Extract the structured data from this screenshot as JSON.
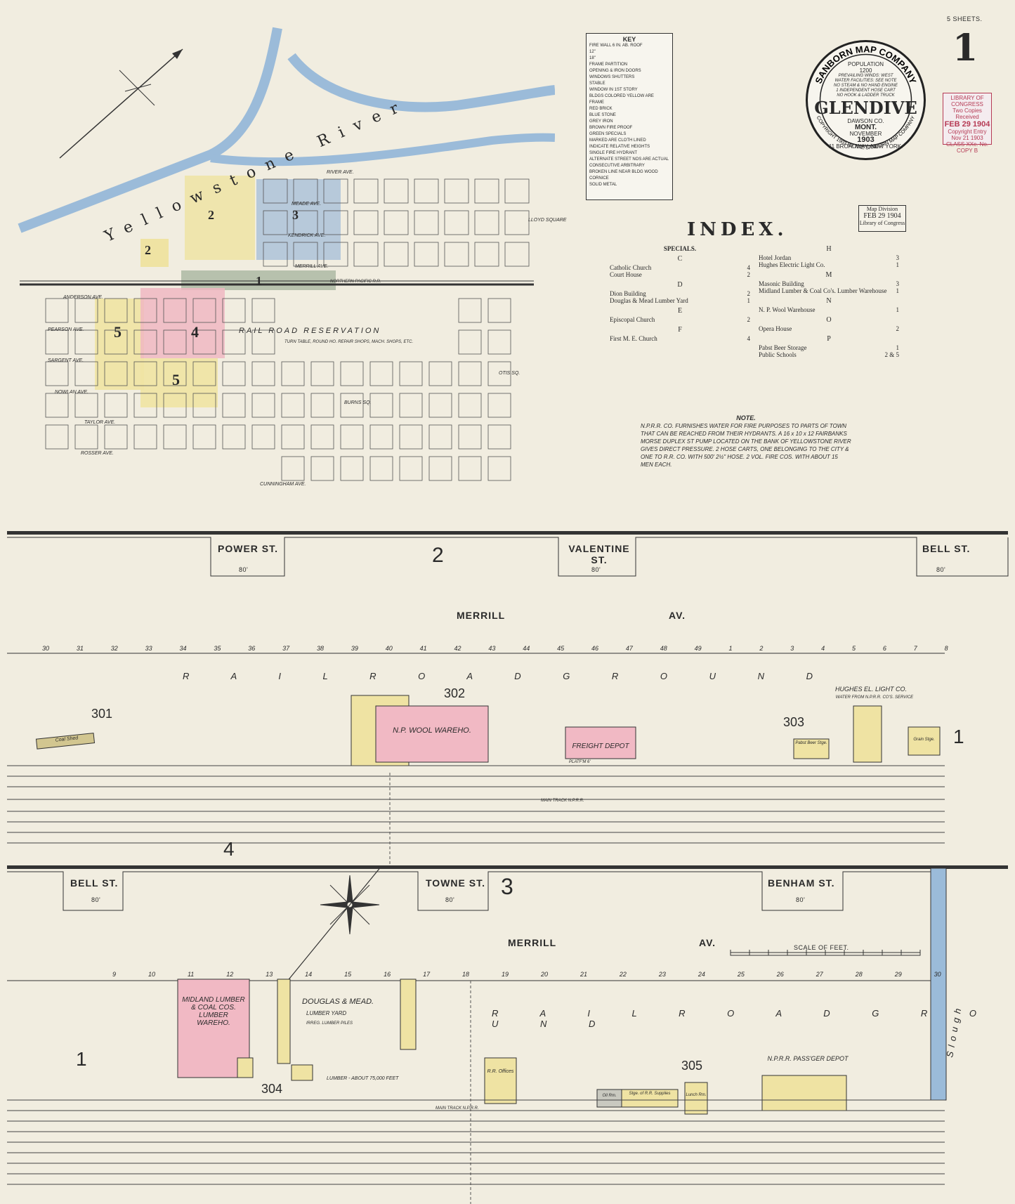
{
  "header": {
    "sheets": "5 SHEETS.",
    "sheet_number": "1"
  },
  "seal": {
    "company": "SANBORN MAP COMPANY",
    "population_label": "POPULATION",
    "population": "1200",
    "lines": [
      "PREVAILING WINDS: WEST",
      "WATER FACILITIES: SEE NOTE",
      "NO STEAM & NO HAND ENGINE",
      "1 INDEPENDENT HOSE CART",
      "NO HOOK & LADDER TRUCK"
    ],
    "town": "GLENDIVE",
    "county": "DAWSON CO.",
    "state": "MONT.",
    "month": "NOVEMBER",
    "year": "1903",
    "scale": "SCALE 50 FT. TO AN INCH",
    "address": "11 BROADWAY, NEW YORK.",
    "copyright": "COPYRIGHT 1903 BY THE SANBORN MAP COMPANY"
  },
  "stamps": {
    "loc": [
      "LIBRARY OF CONGRESS",
      "Two Copies Received",
      "FEB 29 1904",
      "Copyright Entry",
      "Nov 21 1903",
      "CLASS XXc. No.",
      "COPY B"
    ],
    "map_division": [
      "Map Division",
      "FEB 29 1904",
      "Library of Congress"
    ]
  },
  "key": {
    "title": "KEY",
    "items": [
      "FIRE WALL 6 IN. AB. ROOF",
      "12\"",
      "18\"",
      "FRAME PARTITION",
      "OPENING & IRON DOORS",
      "WINDOWS  SHUTTERS",
      "STABLE",
      "WINDOW IN 1ST STORY",
      "BLDGS COLORED YELLOW ARE FRAME",
      "RED  BRICK",
      "BLUE  STONE",
      "GREY  IRON",
      "BROWN  FIRE PROOF",
      "GREEN  SPECIALS",
      "MARKED ARE CLOTH LINED",
      "INDICATE RELATIVE HEIGHTS",
      "SINGLE FIRE HYDRANT",
      "ALTERNATE STREET NOS ARE ACTUAL",
      "CONSECUTIVE  ARBITRARY",
      "BROKEN LINE NEAR BLDG WOOD CORNICE",
      "SOLID  METAL"
    ]
  },
  "index": {
    "title": "INDEX.",
    "specials_label": "SPECIALS.",
    "left": [
      {
        "letter": "C",
        "entries": [
          {
            "name": "Catholic Church",
            "page": "4"
          },
          {
            "name": "Court House",
            "page": "2"
          }
        ]
      },
      {
        "letter": "D",
        "entries": [
          {
            "name": "Dion Building",
            "page": "2"
          },
          {
            "name": "Douglas & Mead Lumber Yard",
            "page": "1"
          }
        ]
      },
      {
        "letter": "E",
        "entries": [
          {
            "name": "Episcopal Church",
            "page": "2"
          }
        ]
      },
      {
        "letter": "F",
        "entries": [
          {
            "name": "First M. E. Church",
            "page": "4"
          }
        ]
      }
    ],
    "right": [
      {
        "letter": "H",
        "entries": [
          {
            "name": "Hotel Jordan",
            "page": "3"
          },
          {
            "name": "Hughes Electric Light Co.",
            "page": "1"
          }
        ]
      },
      {
        "letter": "M",
        "entries": [
          {
            "name": "Masonic Building",
            "page": "3"
          },
          {
            "name": "Midland Lumber & Coal Co's. Lumber Warehouse",
            "page": "1"
          }
        ]
      },
      {
        "letter": "N",
        "entries": [
          {
            "name": "N. P. Wool Warehouse",
            "page": "1"
          }
        ]
      },
      {
        "letter": "O",
        "entries": [
          {
            "name": "Opera House",
            "page": "2"
          }
        ]
      },
      {
        "letter": "P",
        "entries": [
          {
            "name": "Pabst Beer Storage",
            "page": "1"
          },
          {
            "name": "Public Schools",
            "page": "2 & 5"
          }
        ]
      }
    ]
  },
  "note": {
    "title": "NOTE.",
    "text": "N.P.R.R. CO. FURNISHES WATER FOR FIRE PURPOSES TO PARTS OF TOWN THAT CAN BE REACHED FROM THEIR HYDRANTS. A 16 x 10 x 12 FAIRBANKS MORSE DUPLEX ST PUMP LOCATED ON THE BANK OF YELLOWSTONE RIVER GIVES DIRECT PRESSURE. 2 HOSE CARTS, ONE BELONGING TO THE CITY & ONE TO R.R. CO. WITH 500' 2½\" HOSE. 2 VOL. FIRE COS. WITH ABOUT 15 MEN EACH."
  },
  "overview": {
    "river": "Yellowstone River",
    "railroad": "NORTHERN PACIFIC R.R.",
    "reservation": "RAIL ROAD RESERVATION",
    "reservation_sub": "TURN TABLE, ROUND HO. REPAIR SHOPS, MACH. SHOPS, ETC.",
    "streets": [
      "RIVER AVE.",
      "MEADE AVE.",
      "KENDRICK AVE.",
      "MERRILL AVE.",
      "ANDERSON AVE.",
      "PEARSON AVE.",
      "SARGENT AVE.",
      "NOWLAN AVE.",
      "TAYLOR AVE.",
      "ROSSER AVE.",
      "CUNNINGHAM AVE."
    ],
    "square": "LLOYD SQUARE",
    "otis": "OTIS SQ.",
    "burns": "BURNS SQ."
  },
  "strip2": {
    "number": "2",
    "streets_top": [
      "POWER ST.",
      "VALENTINE ST.",
      "BELL ST."
    ],
    "widths": [
      "80'",
      "80'",
      "80'"
    ],
    "avenue": "MERRILL",
    "av": "AV.",
    "lot_numbers": [
      "30",
      "31",
      "32",
      "33",
      "34",
      "35",
      "36",
      "37",
      "38",
      "39",
      "40",
      "41",
      "42",
      "43",
      "44",
      "45",
      "46",
      "47",
      "48",
      "49",
      "1",
      "2",
      "3",
      "4",
      "5",
      "6",
      "7",
      "8"
    ],
    "ground": "R A I L   R O A D   G R O U N D",
    "blocks": [
      "301",
      "302",
      "303"
    ],
    "wool": "N.P. WOOL WAREHO.",
    "freight": "FREIGHT DEPOT",
    "coal": "Coal Shed",
    "hughes": "HUGHES EL. LIGHT CO.",
    "hughes_sub": "WATER FROM N.P.R.R. CO'S. SERVICE",
    "pabst": "Pabst Beer Stge.",
    "grain": "Grain Stge.",
    "main_track": "MAIN TRACK   N.P.R.R.",
    "platform": "PLATF'M 6'",
    "sheet_label_left": "4",
    "sheet_label_right": "1"
  },
  "strip3": {
    "number": "3",
    "streets_top": [
      "BELL ST.",
      "TOWNE ST.",
      "BENHAM ST."
    ],
    "widths": [
      "80'",
      "80'",
      "80'"
    ],
    "avenue": "MERRILL",
    "av": "AV.",
    "lot_numbers": [
      "9",
      "10",
      "11",
      "12",
      "13",
      "14",
      "15",
      "16",
      "17",
      "18",
      "19",
      "20",
      "21",
      "22",
      "23",
      "24",
      "25",
      "26",
      "27",
      "28",
      "29",
      "30"
    ],
    "ground": "R A I L   R O A D   G R O U N D",
    "scale_label": "SCALE OF FEET.",
    "midland": "MIDLAND LUMBER & COAL COS. LUMBER WAREHO.",
    "douglas": "DOUGLAS & MEAD.",
    "lumber_yard": "LUMBER YARD",
    "irreg": "IRREG. LUMBER PILES",
    "lumber_about": "LUMBER - ABOUT 75,000 FEET",
    "rr_offices": "R.R. Offices",
    "stge_rr": "Stge. of R.R. Supplies",
    "lunch": "Lunch Rm.",
    "oil": "Oil Rm.",
    "depot": "N.P.R.R. PASS'GER DEPOT",
    "blocks": [
      "304",
      "305"
    ],
    "slough": "Slough",
    "main_track": "MAIN TRACK   N.P.R.R.",
    "sheet_label_left": "1"
  }
}
